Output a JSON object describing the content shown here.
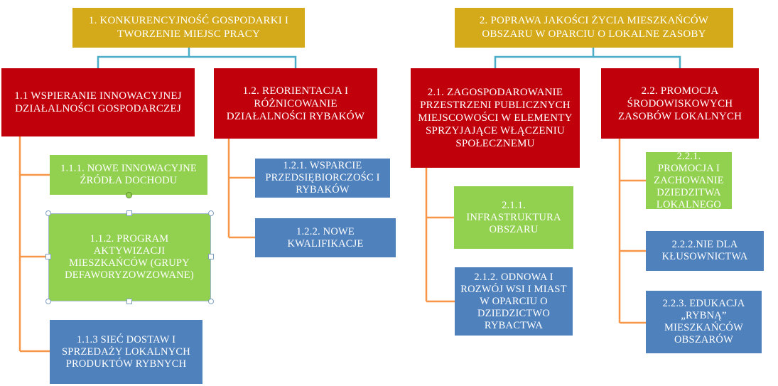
{
  "colors": {
    "gold": "#d4aa1a",
    "red": "#c0000a",
    "green": "#92d050",
    "blue": "#4f81bd",
    "teal_connector": "#4bacc6",
    "orange_connector": "#f79646"
  },
  "goals": [
    {
      "label": "1. KONKURENCYJNOŚĆ GOSPODARKI I TWORZENIE MIEJSC PRACY",
      "objectives": [
        {
          "label": "1.1 WSPIERANIE INNOWACYJNEJ DZIAŁALNOŚCI GOSPODARCZEJ",
          "actions": [
            "1.1.1. NOWE INNOWACYJNE ŹRÓDŁA DOCHODU",
            "1.1.2. PROGRAM AKTYWIZACJI MIESZKAŃCÓW (GRUPY DEFAWORYZOWZOWANE)",
            "1.1.3 SIEĆ DOSTAW I SPRZEDAŻY LOKALNYCH PRODUKTÓW RYBNYCH"
          ]
        },
        {
          "label": "1.2. REORIENTACJA I RÓŻNICOWANIE DZIAŁALNOŚCI RYBAKÓW",
          "actions": [
            "1.2.1. WSPARCIE PRZEDSIĘBIORCZOŚC I RYBAKÓW",
            "1.2.2. NOWE KWALIFIKACJE"
          ]
        }
      ]
    },
    {
      "label": "2. POPRAWA JAKOŚCI ŻYCIA MIESZKAŃCÓW OBSZARU W OPARCIU O LOKALNE ZASOBY",
      "objectives": [
        {
          "label": "2.1. ZAGOSPODAROWANIE PRZESTRZENI PUBLICZNYCH MIEJSCOWOŚCI W ELEMENTY SPRZYJAJĄCE WŁĄCZENIU SPOŁECZNEMU",
          "actions": [
            "2.1.1. INFRASTRUKTURA OBSZARU",
            "2.1.2. ODNOWA I ROZWÓJ WSI I MIAST W OPARCIU O DZIEDZICTWO RYBACTWA"
          ]
        },
        {
          "label": "2.2. PROMOCJA ŚRODOWISKOWYCH ZASOBÓW LOKALNYCH",
          "actions": [
            "2.2.1. PROMOCJA I ZACHOWANIE DZIEDZITWA LOKALNEGO",
            "2.2.2.NIE DLA KŁUSOWNICTWA",
            "2.2.3. EDUKACJA „RYBNĄ” MIESZKAŃCÓW OBSZARÓW"
          ]
        }
      ]
    }
  ]
}
